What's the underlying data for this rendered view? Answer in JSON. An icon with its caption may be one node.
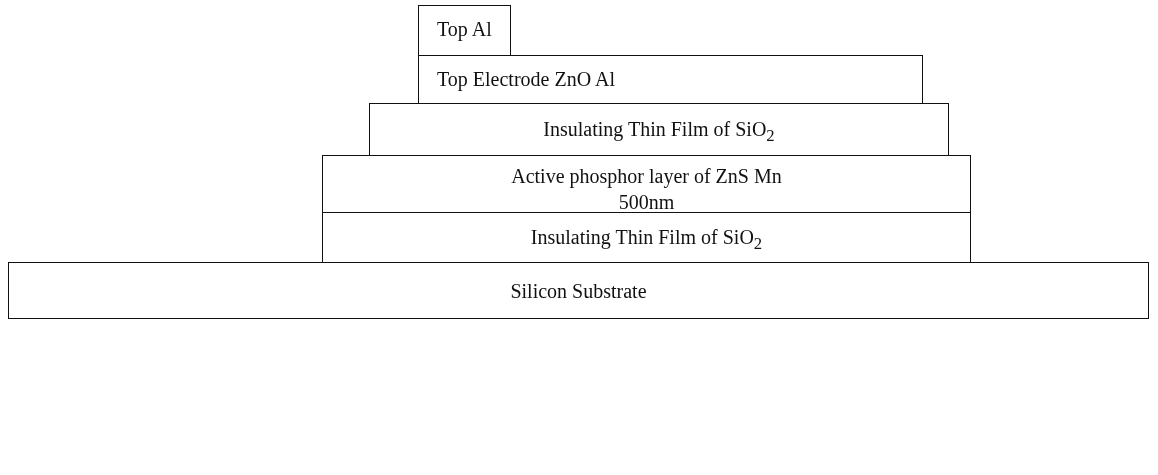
{
  "diagram": {
    "nodes": [
      {
        "text": [
          "Top Al"
        ]
      },
      {
        "text": [
          "Top Electrode ZnO Al"
        ]
      },
      {
        "text": [
          "Insulating Thin Film of SiO$_{2}$"
        ]
      },
      {
        "text": [
          "Active phosphor layer of ZnS Mn 500nm"
        ]
      },
      {
        "text": [
          "Insulating Thin Film of SiO$_{2}$"
        ]
      },
      {
        "text": [
          "Silicon Substrate"
        ]
      }
    ]
  }
}
